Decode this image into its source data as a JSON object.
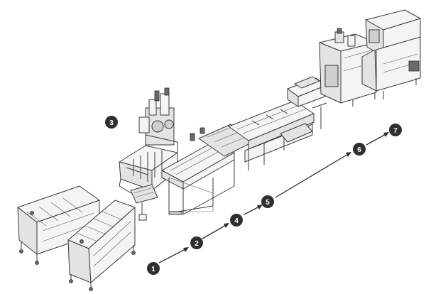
{
  "diagram": {
    "steps": [
      {
        "label": "1"
      },
      {
        "label": "2"
      },
      {
        "label": "3"
      },
      {
        "label": "4"
      },
      {
        "label": "5"
      },
      {
        "label": "6"
      },
      {
        "label": "7"
      }
    ]
  }
}
